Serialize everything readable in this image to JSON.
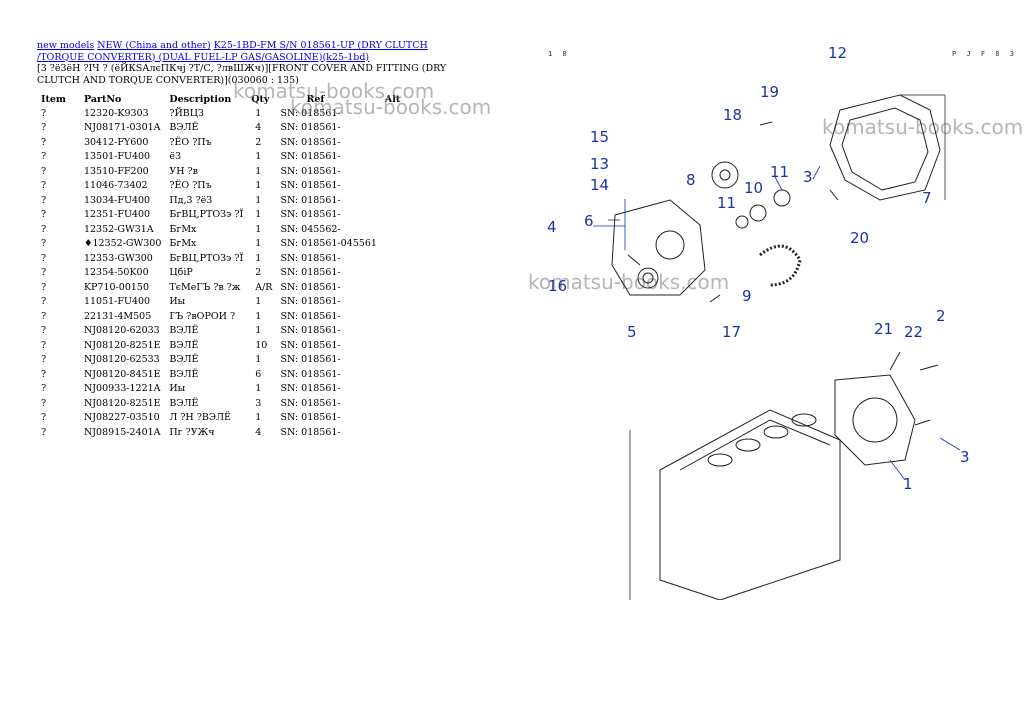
{
  "breadcrumb": {
    "link1": "new models",
    "link2": "NEW (China and other)",
    "link3": "K25-1BD-FM S/N 018561-UP (DRY CLUTCH /TORQUE CONVERTER) (DUAL FUEL-LP GAS/GASOLINE)(k25-1bd)",
    "subtitle": "[3 ?ë3ëН ?ІЧ ? (ёЙКSАлєПКчј ?Т/С, ?лвШЖч)][FRONT COVER AND FITTING (DRY CLUTCH AND TORQUE CONVERTER)](030060 : 135)"
  },
  "table": {
    "headers": [
      "Item",
      "PartNo",
      "Description",
      "Qty",
      "Ref",
      "Alt"
    ],
    "rows": [
      {
        "item": "?",
        "part": "12320-K9303",
        "desc": "?ЙВЦЗ",
        "qty": "1",
        "ref": "SN: 018561-"
      },
      {
        "item": "?",
        "part": "NJ08171-0301A",
        "desc": "ВЭЛЁ",
        "qty": "4",
        "ref": "SN: 018561-"
      },
      {
        "item": "?",
        "part": "30412-FY600",
        "desc": "?ЁО ?Пъ",
        "qty": "2",
        "ref": "SN: 018561-"
      },
      {
        "item": "?",
        "part": "13501-FU400",
        "desc": "ё3",
        "qty": "1",
        "ref": "SN: 018561-"
      },
      {
        "item": "?",
        "part": "13510-FF200",
        "desc": "УН ?в",
        "qty": "1",
        "ref": "SN: 018561-"
      },
      {
        "item": "?",
        "part": "11046-73402",
        "desc": "?ЁО ?Пъ",
        "qty": "1",
        "ref": "SN: 018561-"
      },
      {
        "item": "?",
        "part": "13034-FU400",
        "desc": "Пд,3 ?ё3",
        "qty": "1",
        "ref": "SN: 018561-"
      },
      {
        "item": "?",
        "part": "12351-FU400",
        "desc": "БгВЦ,РТОЗэ ?Ї",
        "qty": "1",
        "ref": "SN: 018561-"
      },
      {
        "item": "?",
        "part": "12352-GW31A",
        "desc": "БгМх",
        "qty": "1",
        "ref": "SN: 045562-"
      },
      {
        "item": "?",
        "part": "♦12352-GW300",
        "desc": "БгМх",
        "qty": "1",
        "ref": "SN: 018561-045561"
      },
      {
        "item": "?",
        "part": "12353-GW300",
        "desc": "БгВЦ,РТОЗэ ?Ї",
        "qty": "1",
        "ref": "SN: 018561-"
      },
      {
        "item": "?",
        "part": "12354-50K00",
        "desc": "ЦбіР",
        "qty": "2",
        "ref": "SN: 018561-"
      },
      {
        "item": "?",
        "part": "KP710-00150",
        "desc": "ТєМеГЪ ?в ?ж",
        "qty": "A/R",
        "ref": "SN: 018561-"
      },
      {
        "item": "?",
        "part": "11051-FU400",
        "desc": "Иы",
        "qty": "1",
        "ref": "SN: 018561-"
      },
      {
        "item": "?",
        "part": "22131-4M505",
        "desc": "ГЪ ?вОРОИ ?",
        "qty": "1",
        "ref": "SN: 018561-"
      },
      {
        "item": "?",
        "part": "NJ08120-62033",
        "desc": "ВЭЛЁ",
        "qty": "1",
        "ref": "SN: 018561-"
      },
      {
        "item": "?",
        "part": "NJ08120-8251E",
        "desc": "ВЭЛЁ",
        "qty": "10",
        "ref": "SN: 018561-"
      },
      {
        "item": "?",
        "part": "NJ08120-62533",
        "desc": "ВЭЛЁ",
        "qty": "1",
        "ref": "SN: 018561-"
      },
      {
        "item": "?",
        "part": "NJ08120-8451E",
        "desc": "ВЭЛЁ",
        "qty": "6",
        "ref": "SN: 018561-"
      },
      {
        "item": "?",
        "part": "NJ00933-1221A",
        "desc": "Иы",
        "qty": "1",
        "ref": "SN: 018561-"
      },
      {
        "item": "?",
        "part": "NJ08120-8251E",
        "desc": "ВЭЛЁ",
        "qty": "3",
        "ref": "SN: 018561-"
      },
      {
        "item": "?",
        "part": "NJ08227-03510",
        "desc": "Л ?Н ?ВЭЛЁ",
        "qty": "1",
        "ref": "SN: 018561-"
      },
      {
        "item": "?",
        "part": "NJ08915-2401A",
        "desc": "Пг ?УЖч",
        "qty": "4",
        "ref": "SN: 018561-"
      }
    ]
  },
  "watermarks": [
    "komatsu-books.com",
    "komatsu-books.com",
    "komatsu-books.com",
    "komatsu-books.com"
  ],
  "diagram": {
    "page_left": "1 8",
    "page_right": "P J F 8 3",
    "callouts": [
      "12",
      "19",
      "18",
      "15",
      "13",
      "14",
      "8",
      "11",
      "10",
      "11",
      "3",
      "7",
      "4",
      "6",
      "20",
      "9",
      "16",
      "5",
      "17",
      "21",
      "22",
      "2",
      "3",
      "1"
    ]
  },
  "colors": {
    "link": "#0000ee",
    "callout": "#1a33aa",
    "watermark": "#8a8a8a"
  }
}
